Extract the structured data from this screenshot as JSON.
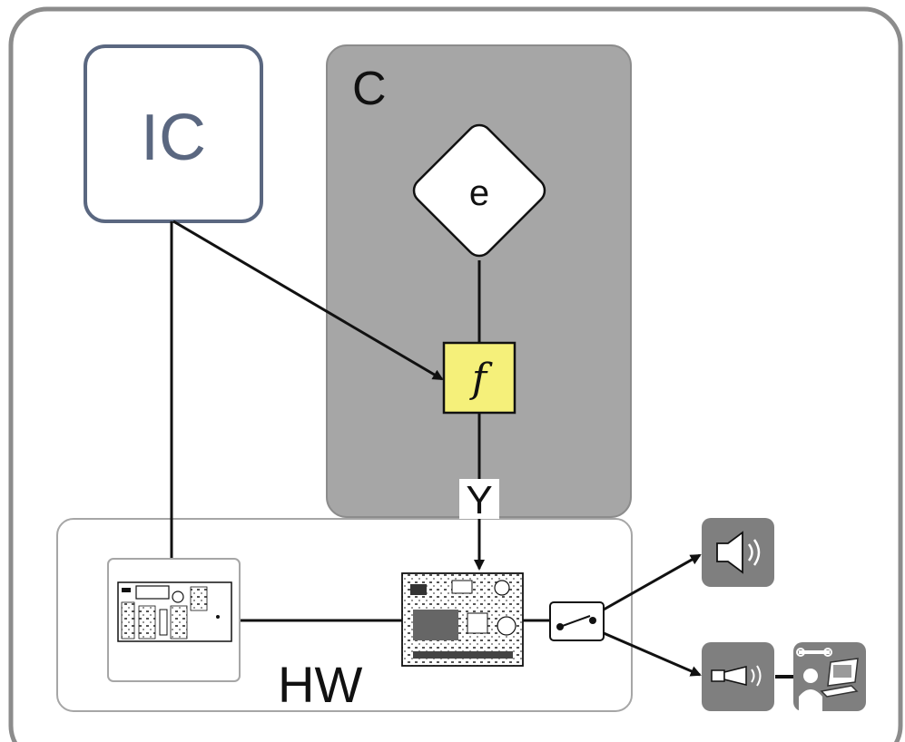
{
  "diagram": {
    "nodes": {
      "ic": {
        "label": "IC"
      },
      "c_region": {
        "label": "C"
      },
      "e_node": {
        "label": "e"
      },
      "f_node": {
        "label": "f"
      },
      "y_label": {
        "label": "Y"
      },
      "hw_region": {
        "label": "HW"
      },
      "control_panel": {
        "icon": "control-panel-icon"
      },
      "circuit_board": {
        "icon": "circuit-board-icon"
      },
      "switch": {
        "icon": "switch-icon"
      },
      "speaker": {
        "icon": "speaker-icon"
      },
      "horn": {
        "icon": "horn-icon"
      },
      "technician": {
        "icon": "technician-laptop-icon"
      }
    },
    "edges": [
      {
        "from": "ic",
        "to": "f_node",
        "arrow": true
      },
      {
        "from": "ic",
        "to": "control_panel",
        "arrow": false
      },
      {
        "from": "e_node",
        "to": "f_node",
        "arrow": false
      },
      {
        "from": "f_node",
        "to": "circuit_board",
        "arrow": true,
        "label": "Y"
      },
      {
        "from": "control_panel",
        "to": "circuit_board",
        "arrow": false
      },
      {
        "from": "circuit_board",
        "to": "switch",
        "arrow": false
      },
      {
        "from": "switch",
        "to": "speaker",
        "arrow": true
      },
      {
        "from": "switch",
        "to": "horn",
        "arrow": true
      },
      {
        "from": "horn",
        "to": "technician",
        "arrow": false
      }
    ]
  },
  "colors": {
    "outer_border": "#8c8c8c",
    "ic_border": "#5a6780",
    "c_region_fill": "#a6a6a6",
    "f_fill": "#f5f07a",
    "device_fill": "#7f7f7f"
  }
}
